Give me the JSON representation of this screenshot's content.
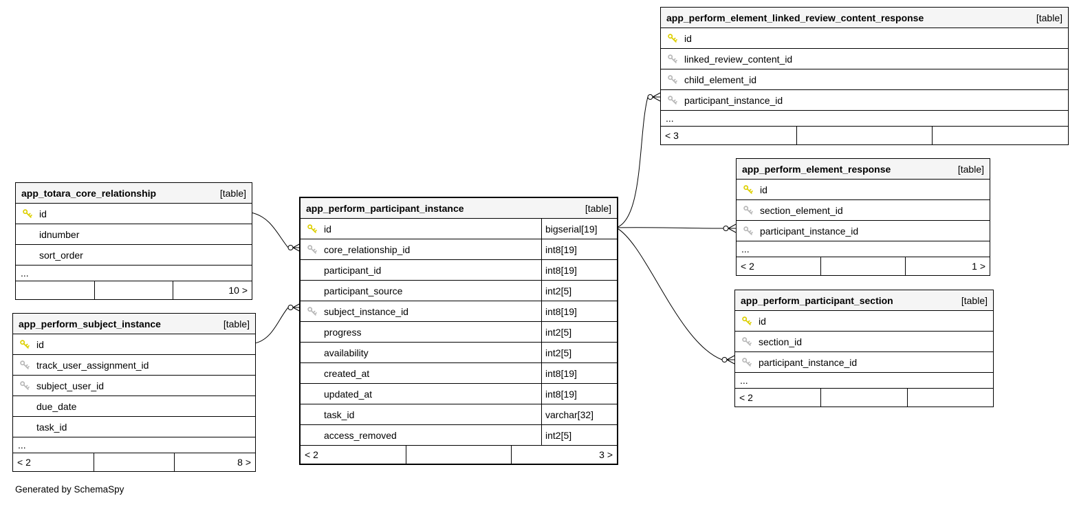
{
  "credit": "Generated by SchemaSpy",
  "colors": {
    "header_bg": "#f5f5f5",
    "border": "#000000",
    "pk_key": "#ddcf00",
    "fk_key": "#b8b8b8",
    "edge": "#000000"
  },
  "tables": [
    {
      "name": "app_totara_core_relationship",
      "badge": "[table]",
      "emphasized": false,
      "columns": [
        {
          "name": "id",
          "key": "pk"
        },
        {
          "name": "idnumber",
          "key": ""
        },
        {
          "name": "sort_order",
          "key": ""
        }
      ],
      "ellipsis": "...",
      "footer": [
        "",
        "",
        "10 >"
      ]
    },
    {
      "name": "app_perform_subject_instance",
      "badge": "[table]",
      "emphasized": false,
      "columns": [
        {
          "name": "id",
          "key": "pk"
        },
        {
          "name": "track_user_assignment_id",
          "key": "fk"
        },
        {
          "name": "subject_user_id",
          "key": "fk"
        },
        {
          "name": "due_date",
          "key": ""
        },
        {
          "name": "task_id",
          "key": ""
        }
      ],
      "ellipsis": "...",
      "footer": [
        "< 2",
        "",
        "8 >"
      ]
    },
    {
      "name": "app_perform_participant_instance",
      "badge": "[table]",
      "emphasized": true,
      "columns": [
        {
          "name": "id",
          "type": "bigserial[19]",
          "key": "pk"
        },
        {
          "name": "core_relationship_id",
          "type": "int8[19]",
          "key": "fk"
        },
        {
          "name": "participant_id",
          "type": "int8[19]",
          "key": ""
        },
        {
          "name": "participant_source",
          "type": "int2[5]",
          "key": ""
        },
        {
          "name": "subject_instance_id",
          "type": "int8[19]",
          "key": "fk"
        },
        {
          "name": "progress",
          "type": "int2[5]",
          "key": ""
        },
        {
          "name": "availability",
          "type": "int2[5]",
          "key": ""
        },
        {
          "name": "created_at",
          "type": "int8[19]",
          "key": ""
        },
        {
          "name": "updated_at",
          "type": "int8[19]",
          "key": ""
        },
        {
          "name": "task_id",
          "type": "varchar[32]",
          "key": ""
        },
        {
          "name": "access_removed",
          "type": "int2[5]",
          "key": ""
        }
      ],
      "ellipsis": "",
      "footer": [
        "< 2",
        "",
        "3 >"
      ]
    },
    {
      "name": "app_perform_element_linked_review_content_response",
      "badge": "[table]",
      "emphasized": false,
      "columns": [
        {
          "name": "id",
          "key": "pk"
        },
        {
          "name": "linked_review_content_id",
          "key": "fk"
        },
        {
          "name": "child_element_id",
          "key": "fk"
        },
        {
          "name": "participant_instance_id",
          "key": "fk"
        }
      ],
      "ellipsis": "...",
      "footer": [
        "< 3",
        "",
        ""
      ]
    },
    {
      "name": "app_perform_element_response",
      "badge": "[table]",
      "emphasized": false,
      "columns": [
        {
          "name": "id",
          "key": "pk"
        },
        {
          "name": "section_element_id",
          "key": "fk"
        },
        {
          "name": "participant_instance_id",
          "key": "fk"
        }
      ],
      "ellipsis": "...",
      "footer": [
        "< 2",
        "",
        "1 >"
      ]
    },
    {
      "name": "app_perform_participant_section",
      "badge": "[table]",
      "emphasized": false,
      "columns": [
        {
          "name": "id",
          "key": "pk"
        },
        {
          "name": "section_id",
          "key": "fk"
        },
        {
          "name": "participant_instance_id",
          "key": "fk"
        }
      ],
      "ellipsis": "...",
      "footer": [
        "< 2",
        "",
        ""
      ]
    }
  ],
  "relationships": [
    {
      "from": "app_totara_core_relationship.id",
      "to": "app_perform_participant_instance.core_relationship_id"
    },
    {
      "from": "app_perform_subject_instance.id",
      "to": "app_perform_participant_instance.subject_instance_id"
    },
    {
      "from": "app_perform_participant_instance.id",
      "to": "app_perform_element_linked_review_content_response.participant_instance_id"
    },
    {
      "from": "app_perform_participant_instance.id",
      "to": "app_perform_element_response.participant_instance_id"
    },
    {
      "from": "app_perform_participant_instance.id",
      "to": "app_perform_participant_section.participant_instance_id"
    }
  ]
}
